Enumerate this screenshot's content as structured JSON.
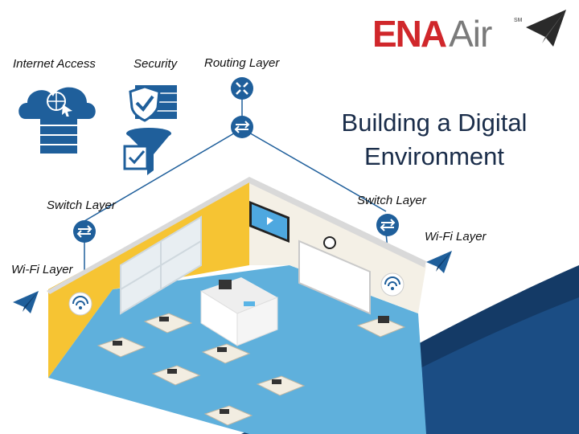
{
  "logo": {
    "part1": "ENA",
    "part2": "Air",
    "mark": "SM"
  },
  "title": {
    "line1": "Building a Digital",
    "line2": "Environment"
  },
  "labels": {
    "internet_access": "Internet Access",
    "security": "Security",
    "routing_layer": "Routing Layer",
    "switch_layer_left": "Switch Layer",
    "switch_layer_right": "Switch Layer",
    "wifi_layer_left": "Wi-Fi Layer",
    "wifi_layer_right": "Wi-Fi Layer"
  },
  "colors": {
    "brand_red": "#d0272b",
    "brand_gray": "#7a7a7a",
    "network_blue": "#1f5f9b",
    "wall_yellow": "#f6c433",
    "floor_blue": "#5fb0dc",
    "wave_dark": "#143a66"
  },
  "icons": [
    "cloud-globe-icon",
    "firewall-icon",
    "filter-icon",
    "router-icon",
    "switch-icon",
    "wifi-access-point-icon",
    "paper-plane-icon"
  ]
}
